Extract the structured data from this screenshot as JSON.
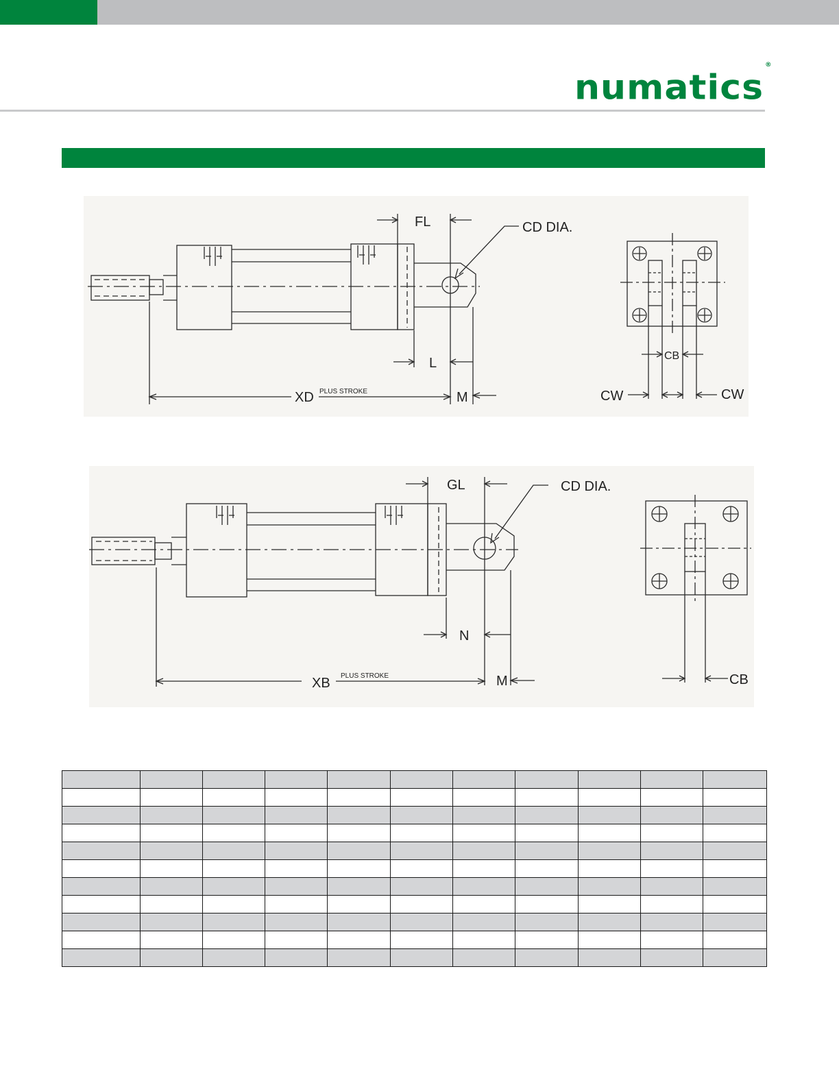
{
  "header": {
    "logo_text": "numatics",
    "logo_mark": "®",
    "brand_green": "#00843d",
    "bar_gray": "#bdbec0"
  },
  "drawings": {
    "top": {
      "labels": {
        "fl": "FL",
        "cd_dia": "CD  DIA.",
        "l": "L",
        "xd": "XD",
        "plus_stroke": "PLUS  STROKE",
        "m": "M",
        "cb": "CB",
        "cw_left": "CW",
        "cw_right": "CW"
      }
    },
    "bottom": {
      "labels": {
        "gl": "GL",
        "cd_dia": "CD  DIA.",
        "n": "N",
        "xb": "XB",
        "plus_stroke": "PLUS  STROKE",
        "m": "M",
        "cb": "CB"
      }
    }
  },
  "table": {
    "columns": 11,
    "rows": [
      [
        "",
        "",
        "",
        "",
        "",
        "",
        "",
        "",
        "",
        "",
        ""
      ],
      [
        "",
        "",
        "",
        "",
        "",
        "",
        "",
        "",
        "",
        "",
        ""
      ],
      [
        "",
        "",
        "",
        "",
        "",
        "",
        "",
        "",
        "",
        "",
        ""
      ],
      [
        "",
        "",
        "",
        "",
        "",
        "",
        "",
        "",
        "",
        "",
        ""
      ],
      [
        "",
        "",
        "",
        "",
        "",
        "",
        "",
        "",
        "",
        "",
        ""
      ],
      [
        "",
        "",
        "",
        "",
        "",
        "",
        "",
        "",
        "",
        "",
        ""
      ],
      [
        "",
        "",
        "",
        "",
        "",
        "",
        "",
        "",
        "",
        "",
        ""
      ],
      [
        "",
        "",
        "",
        "",
        "",
        "",
        "",
        "",
        "",
        "",
        ""
      ],
      [
        "",
        "",
        "",
        "",
        "",
        "",
        "",
        "",
        "",
        "",
        ""
      ],
      [
        "",
        "",
        "",
        "",
        "",
        "",
        "",
        "",
        "",
        "",
        ""
      ],
      [
        "",
        "",
        "",
        "",
        "",
        "",
        "",
        "",
        "",
        "",
        ""
      ]
    ]
  }
}
